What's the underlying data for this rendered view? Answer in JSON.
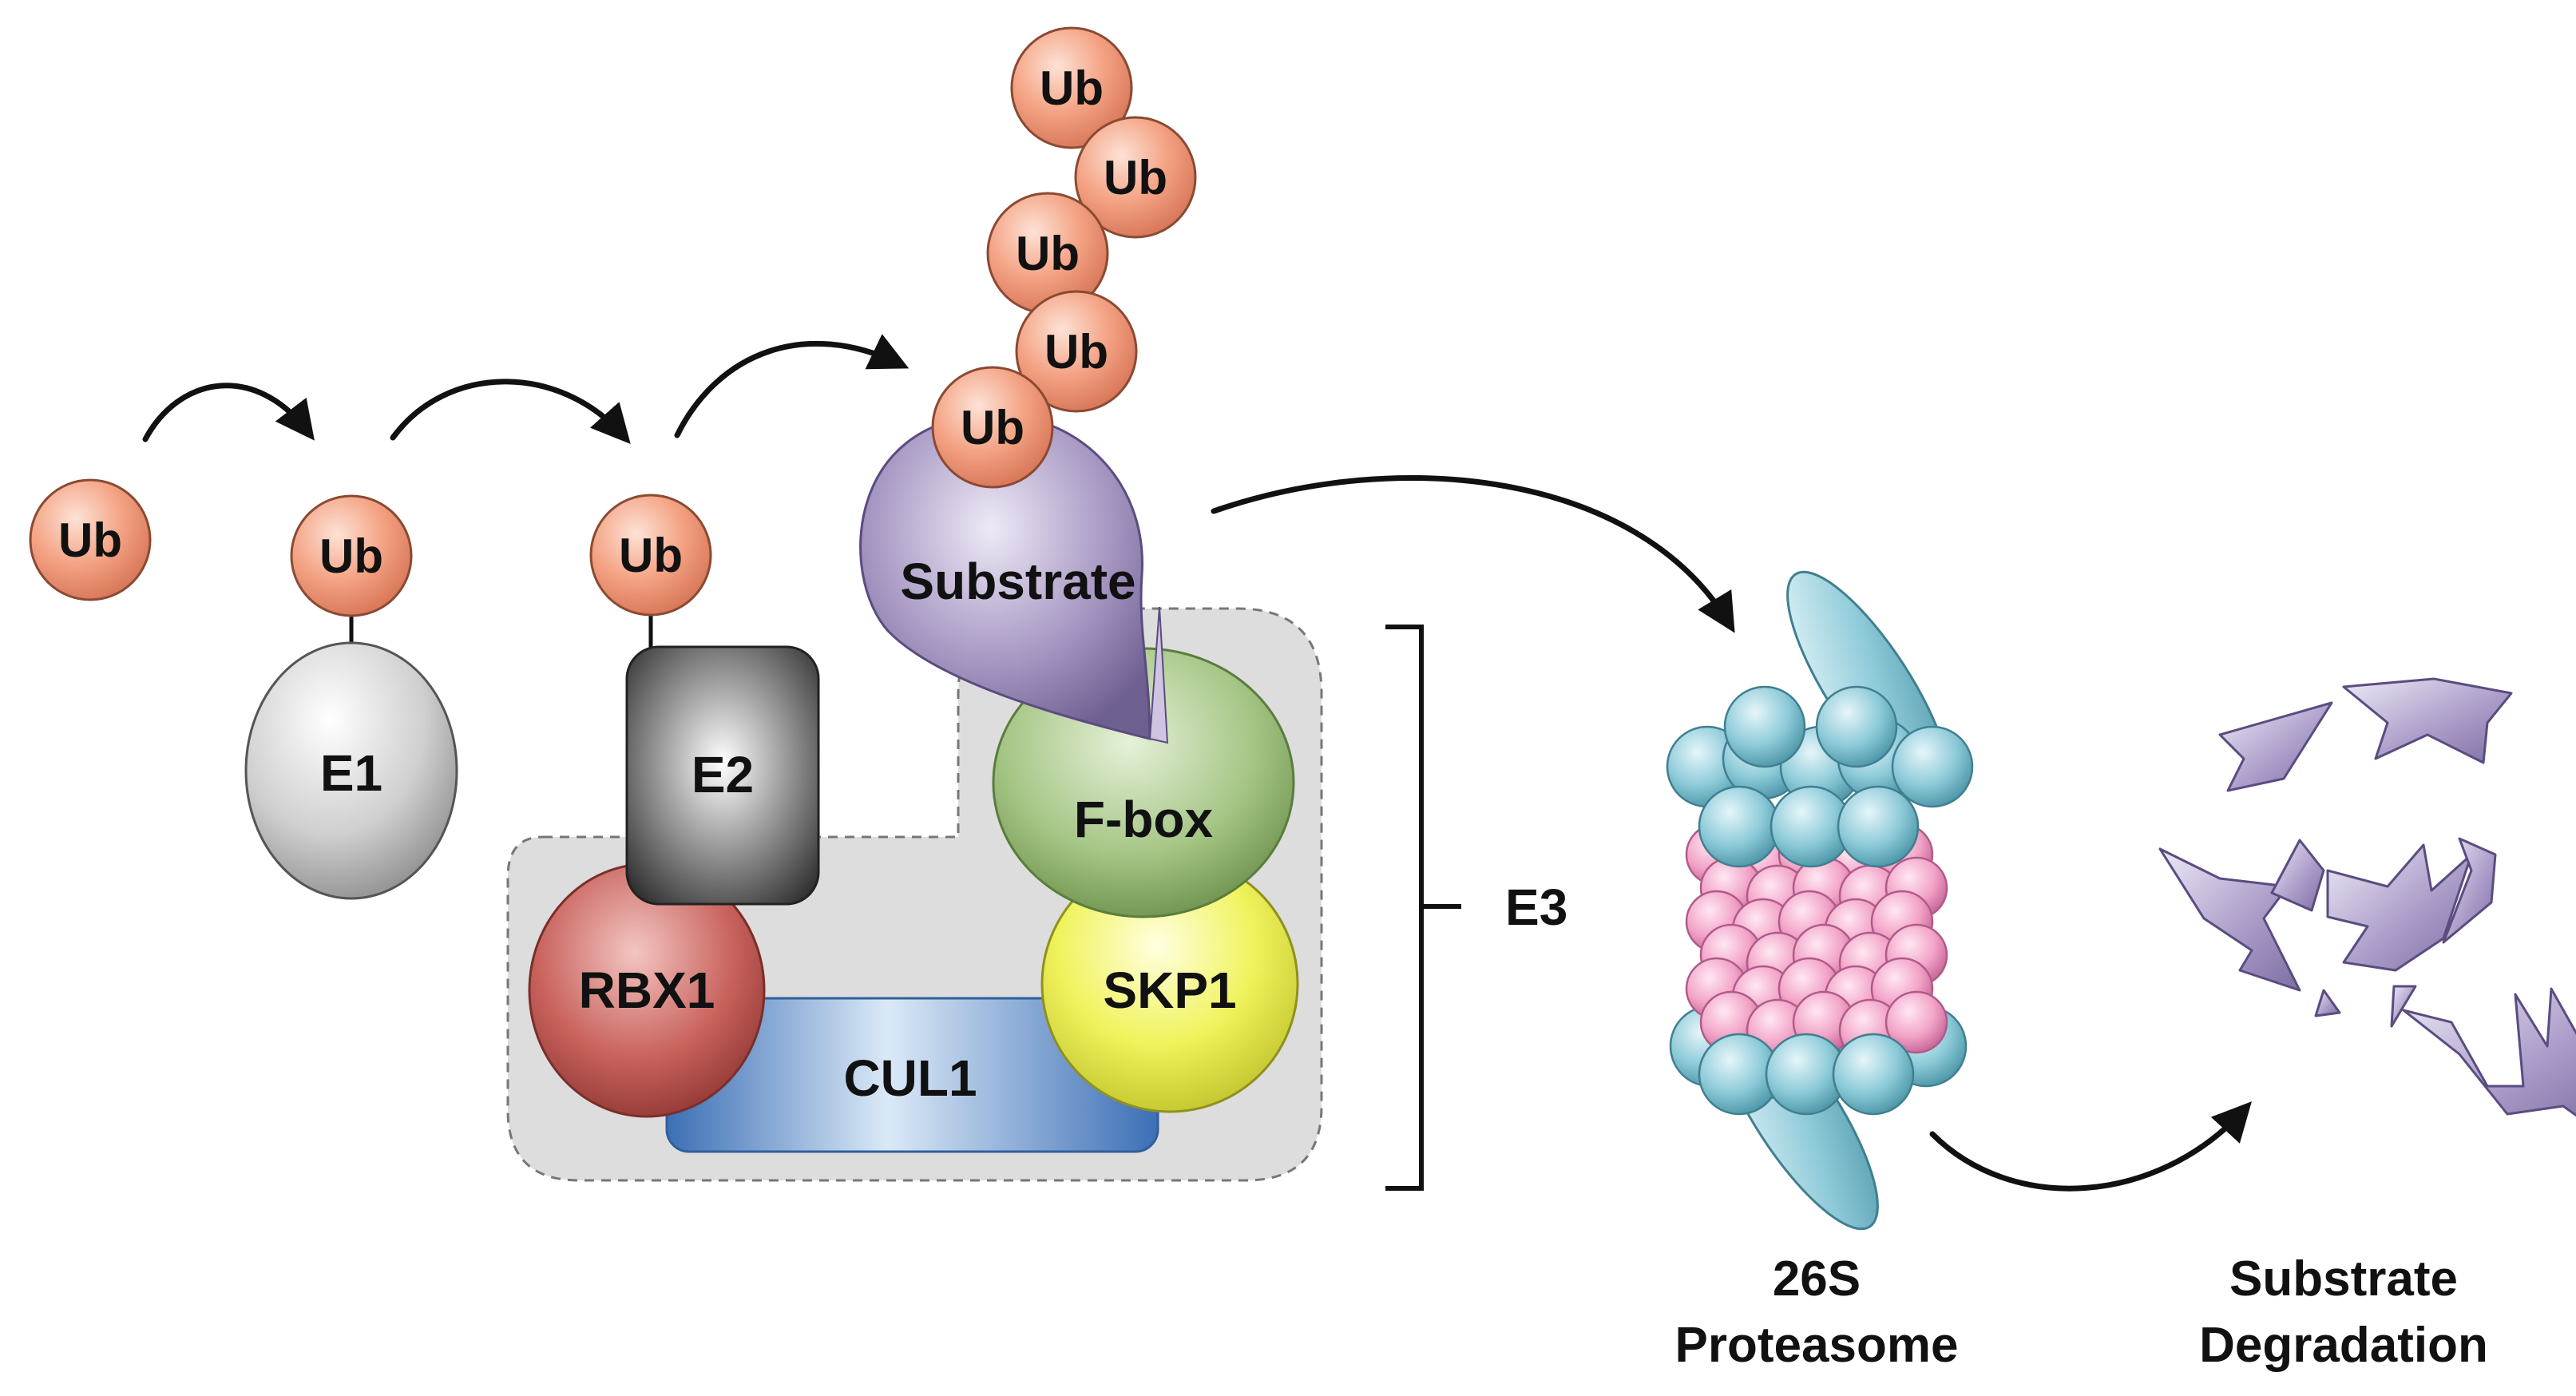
{
  "labels": {
    "ub": "Ub",
    "e1": "E1",
    "e2": "E2",
    "rbx1": "RBX1",
    "cul1": "CUL1",
    "fbox": "F-box",
    "skp1": "SKP1",
    "substrate": "Substrate",
    "e3": "E3",
    "proteasome_line1": "26S",
    "proteasome_line2": "Proteasome",
    "degradation_line1": "Substrate",
    "degradation_line2": "Degradation"
  },
  "colors": {
    "ubiquitin": "#f0a182",
    "e1": "#c8c8c8",
    "e2": "#4a4a4a",
    "rbx1": "#c96a66",
    "cul1": "#8fb8de",
    "fbox": "#a9c98a",
    "skp1": "#eef260",
    "substrate": "#a99bc4",
    "e3_complex_bg": "#dcdcdc",
    "proteasome_cap": "#8cc9d6",
    "proteasome_core": "#f2a7c9",
    "fragments": "#b3a6cf"
  }
}
